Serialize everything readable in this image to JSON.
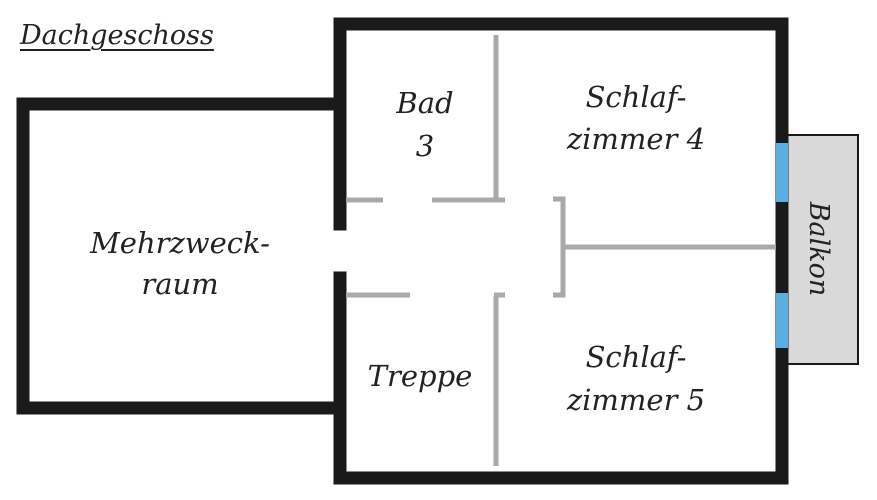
{
  "floor_title": "Dachgeschoss",
  "rooms": {
    "mehrzweck": {
      "line1": "Mehrzweck-",
      "line2": "raum"
    },
    "bad": {
      "line1": "Bad",
      "line2": "3"
    },
    "schlaf4": {
      "line1": "Schlaf-",
      "line2": "zimmer 4"
    },
    "schlaf5": {
      "line1": "Schlaf-",
      "line2": "zimmer 5"
    },
    "treppe": {
      "line1": "Treppe"
    },
    "balkon": {
      "line1": "Balkon"
    }
  },
  "colors": {
    "outer_wall": "#1a1a1a",
    "inner_wall": "#a9a9a9",
    "window": "#5aaee0",
    "balcony_fill": "#d9d9d9"
  }
}
